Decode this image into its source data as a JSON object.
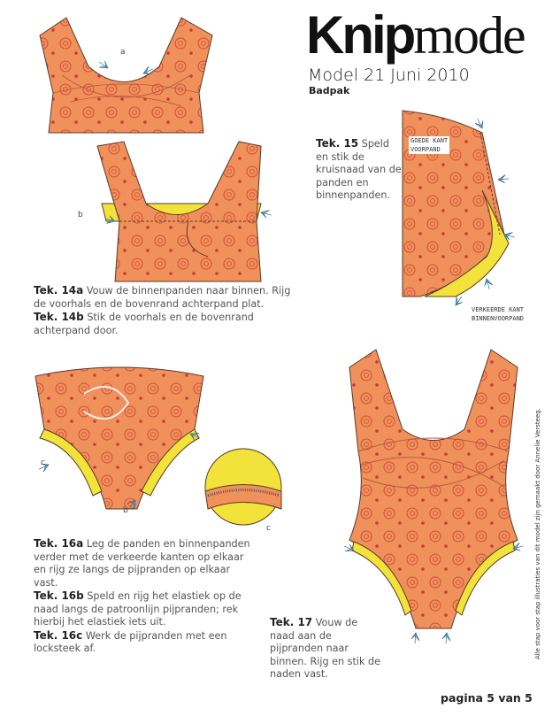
{
  "header": {
    "logo_bold": "Knip",
    "logo_light": "mode",
    "model_line": "Model 21 Juni 2010",
    "subtitle": "Badpak"
  },
  "steps": [
    {
      "tag": "Tek. 14a",
      "text": "Vouw de binnenpanden naar binnen. Rijg de voorhals en de bovenrand achterpand plat."
    },
    {
      "tag": "Tek. 14b",
      "text": "Stik de voorhals en de bovenrand achterpand door."
    },
    {
      "tag": "Tek. 15",
      "text": "Speld en stik de kruisnaad van de panden en binnenpanden."
    },
    {
      "tag": "Tek. 16a",
      "text": "Leg de panden en binnenpanden verder met de verkeerde kanten op elkaar en rijg ze langs de pijpranden op elkaar vast."
    },
    {
      "tag": "Tek. 16b",
      "text": "Speld en rijg het elastiek op de naad langs de patroonlijn pijpranden; rek hierbij het elastiek iets uit."
    },
    {
      "tag": "Tek. 16c",
      "text": "Werk de pijpranden met een locksteek af."
    },
    {
      "tag": "Tek. 17",
      "text": "Vouw de naad aan de pijpranden naar binnen. Rijg en stik de naden vast."
    }
  ],
  "figure_labels": {
    "a": "a",
    "b14": "b",
    "c16_left": "c",
    "b16": "b",
    "c16_right": "c",
    "goede_kant_1": "GOEDE KANT",
    "goede_kant_2": "VOORPAND",
    "verkeerde_kant_1": "VERKEERDE KANT",
    "verkeerde_kant_2": "BINNENVOORPAND"
  },
  "credit": "Alle stap voor stap illustraties van dit model zijn gemaakt door Annelie Versteeg.",
  "footer": {
    "page": "pagina 5 van 5"
  },
  "colors": {
    "fabric": "#f0905a",
    "lining": "#f2e33a",
    "arrow": "#7fc0e8",
    "outline": "#5a3a2a"
  }
}
